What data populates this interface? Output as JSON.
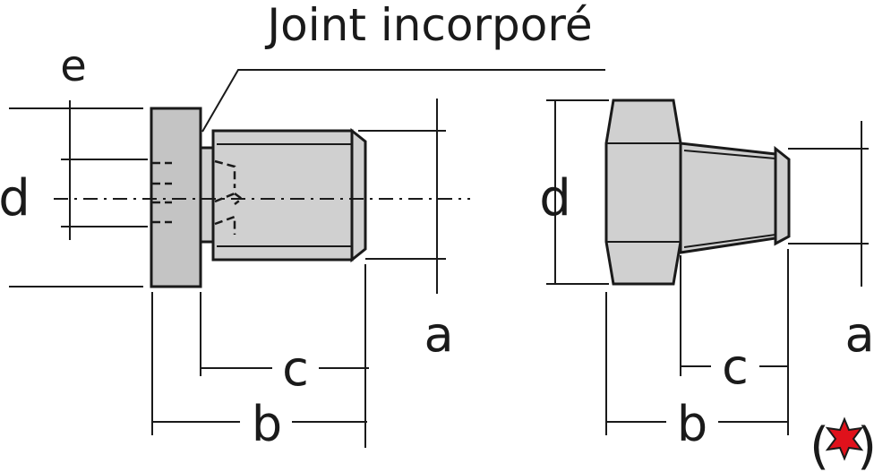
{
  "diagram": {
    "title": "Joint incorporé",
    "left_view": {
      "labels": {
        "e": "e",
        "d": "d",
        "a": "a",
        "b": "b",
        "c": "c"
      }
    },
    "right_view": {
      "labels": {
        "d": "d",
        "a": "a",
        "b": "b",
        "c": "c"
      }
    },
    "badge": {
      "open": "(",
      "close": ")",
      "star_color": "#e0111b"
    }
  }
}
